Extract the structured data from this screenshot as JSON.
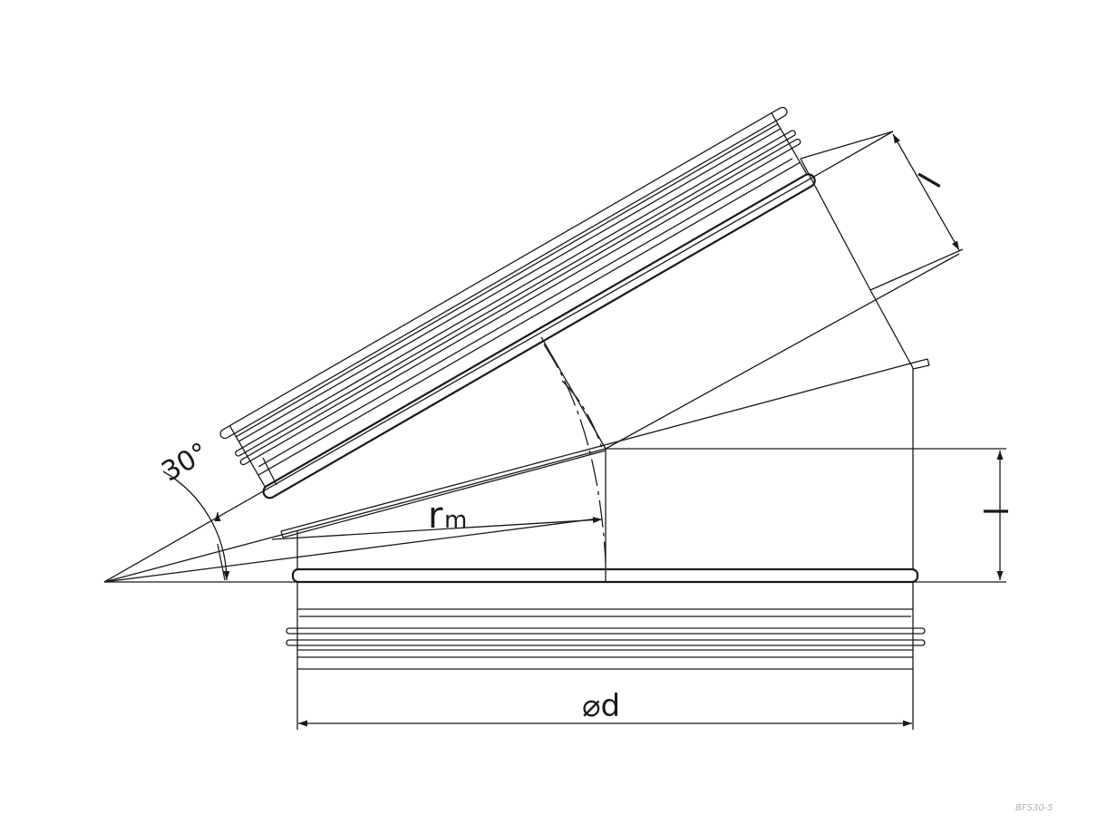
{
  "drawing": {
    "angle_label": "30°",
    "radius_label_main": "r",
    "radius_label_sub": "m",
    "length_label_upper": "l",
    "length_label_lower": "l",
    "diameter_label": "⌀d",
    "part_code": "BFS30-5"
  },
  "colors": {
    "line": "#1a1a1a",
    "background": "#ffffff",
    "code_text": "#b0b0b0"
  }
}
